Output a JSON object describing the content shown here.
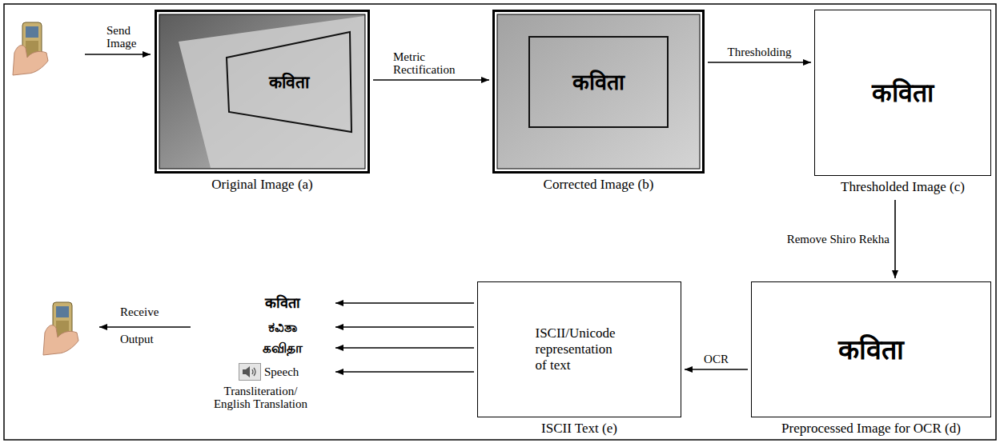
{
  "diagram": {
    "nodes": [
      {
        "text": [
          "Original Image (a)"
        ]
      },
      {
        "text": [
          "कविता"
        ],
        "in": 0
      },
      {
        "text": [
          "Corrected Image (b)"
        ]
      },
      {
        "text": [
          "कविता"
        ],
        "in": 2
      },
      {
        "text": [
          "कविता",
          "Thresholded Image (c)"
        ]
      },
      {
        "text": [
          "कविता",
          "Preprocessed Image for OCR (d)"
        ]
      },
      {
        "text": [
          "ISCII/Unicode representation of text",
          "ISCII Text (e)"
        ]
      },
      {
        "text": [
          "कविता"
        ]
      },
      {
        "text": [
          "ಕವಿತಾ"
        ]
      },
      {
        "text": [
          "கவிதா"
        ]
      },
      {
        "text": [
          "Speech"
        ]
      }
    ],
    "edges": [
      {
        "from": 0,
        "to": 2,
        "arrow": "to",
        "label": "Metric Rectification"
      },
      {
        "from": 2,
        "to": 4,
        "arrow": "to",
        "label": "Thresholding"
      },
      {
        "from": 4,
        "to": 5,
        "arrow": "to",
        "label": "Remove Shiro Rekha"
      },
      {
        "from": 5,
        "to": 6,
        "arrow": "to",
        "label": "OCR"
      },
      {
        "from": 6,
        "to": 7,
        "arrow": "to"
      },
      {
        "from": 6,
        "to": 8,
        "arrow": "to"
      },
      {
        "from": 6,
        "to": 9,
        "arrow": "to"
      },
      {
        "from": 6,
        "to": 10,
        "arrow": "to"
      }
    ],
    "labels": [
      "Send Image",
      "Receive",
      "Output",
      "Transliteration/ English Translation"
    ]
  }
}
